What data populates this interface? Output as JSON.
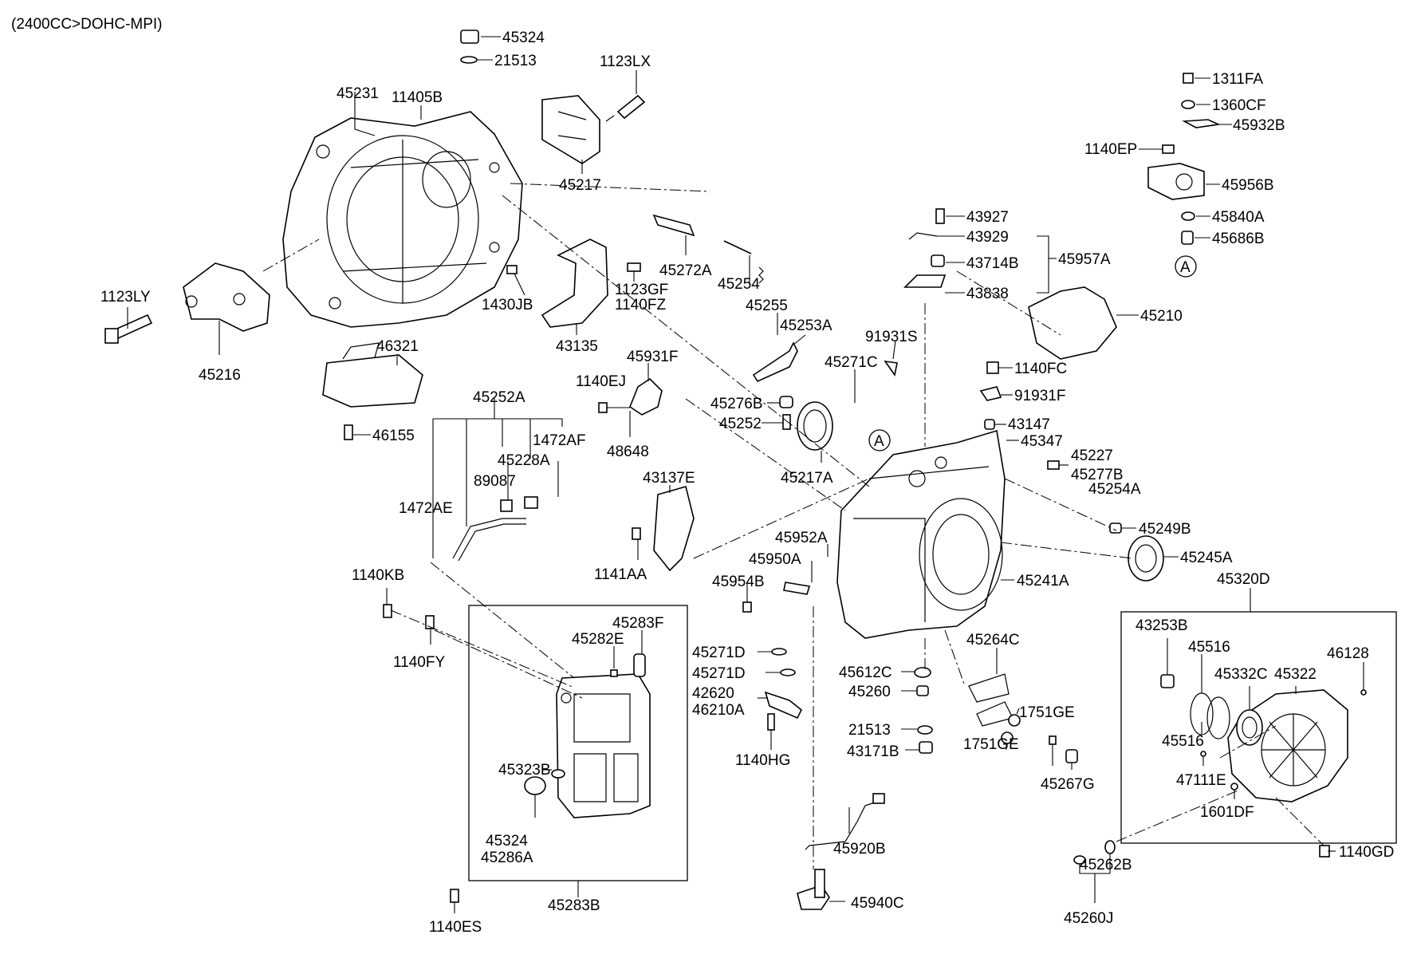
{
  "header": {
    "text": "(2400CC>DOHC-MPI)"
  },
  "reference_marker": "A",
  "labels": {
    "p45324_top": "45324",
    "p21513_top": "21513",
    "p1123LX": "1123LX",
    "p45231": "45231",
    "p11405B": "11405B",
    "p45217": "45217",
    "p1311FA": "1311FA",
    "p1360CF": "1360CF",
    "p45932B": "45932B",
    "p1140EP": "1140EP",
    "p45956B": "45956B",
    "p45840A": "45840A",
    "p45686B": "45686B",
    "p43927": "43927",
    "p43929": "43929",
    "p43714B": "43714B",
    "p43838": "43838",
    "p45957A": "45957A",
    "p45210": "45210",
    "p1123LY": "1123LY",
    "p45216": "45216",
    "p1430JB": "1430JB",
    "p1123GF": "1123GF",
    "p1140FZ": "1140FZ",
    "p43135": "43135",
    "p45272A": "45272A",
    "p45254": "45254",
    "p45255": "45255",
    "p45253A": "45253A",
    "p91931S": "91931S",
    "p45271C": "45271C",
    "p1140FC": "1140FC",
    "p91931F": "91931F",
    "p46321": "46321",
    "p46155": "46155",
    "p45931F": "45931F",
    "p1140EJ": "1140EJ",
    "p48648": "48648",
    "p45276B": "45276B",
    "p45252": "45252",
    "p45217A": "45217A",
    "p43147": "43147",
    "p45347": "45347",
    "p45227": "45227",
    "p45277B": "45277B",
    "p45252A": "45252A",
    "p1472AF": "1472AF",
    "p45228A": "45228A",
    "p89087": "89087",
    "p1472AE": "1472AE",
    "p43137E": "43137E",
    "p45254A": "45254A",
    "p45249B": "45249B",
    "p45952A": "45952A",
    "p45950A": "45950A",
    "p1141AA": "1141AA",
    "p45954B": "45954B",
    "p45245A": "45245A",
    "p45241A": "45241A",
    "p45320D": "45320D",
    "p1140KB": "1140KB",
    "p1140FY": "1140FY",
    "p45283F": "45283F",
    "p45282E": "45282E",
    "p45271D_a": "45271D",
    "p45271D_b": "45271D",
    "p45264C": "45264C",
    "p45612C": "45612C",
    "p45260": "45260",
    "p42620": "42620",
    "p46210A": "46210A",
    "p1140HG": "1140HG",
    "p21513_mid": "21513",
    "p43171B": "43171B",
    "p1751GE_a": "1751GE",
    "p1751GE_b": "1751GE",
    "p45267G": "45267G",
    "p43253B": "43253B",
    "p45516_a": "45516",
    "p45332C": "45332C",
    "p45322": "45322",
    "p46128": "46128",
    "p45516_b": "45516",
    "p47111E": "47111E",
    "p1601DF": "1601DF",
    "p1140GD": "1140GD",
    "p45323B": "45323B",
    "p45324_low": "45324",
    "p45286A": "45286A",
    "p45283B": "45283B",
    "p45920B": "45920B",
    "p45940C": "45940C",
    "p45262B": "45262B",
    "p45260J": "45260J",
    "p1140ES": "1140ES"
  }
}
